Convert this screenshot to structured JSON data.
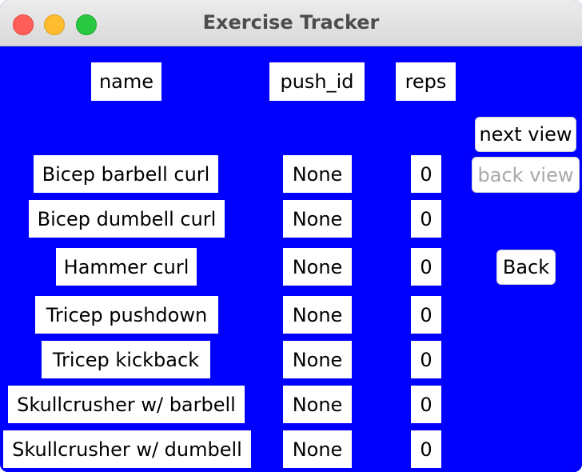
{
  "window": {
    "title": "Exercise Tracker"
  },
  "headers": {
    "name": "name",
    "push_id": "push_id",
    "reps": "reps"
  },
  "rows": [
    {
      "name": "Bicep barbell curl",
      "push_id": "None",
      "reps": "0"
    },
    {
      "name": "Bicep dumbell curl",
      "push_id": "None",
      "reps": "0"
    },
    {
      "name": "Hammer curl",
      "push_id": "None",
      "reps": "0"
    },
    {
      "name": "Tricep pushdown",
      "push_id": "None",
      "reps": "0"
    },
    {
      "name": "Tricep kickback",
      "push_id": "None",
      "reps": "0"
    },
    {
      "name": "Skullcrusher w/ barbell",
      "push_id": "None",
      "reps": "0"
    },
    {
      "name": "Skullcrusher w/ dumbell",
      "push_id": "None",
      "reps": "0"
    }
  ],
  "buttons": {
    "next_view": "next view",
    "back_view": "back view",
    "back": "Back"
  },
  "colors": {
    "background": "#0000ff",
    "cell": "#ffffff",
    "disabled_text": "#a8a8a8"
  }
}
